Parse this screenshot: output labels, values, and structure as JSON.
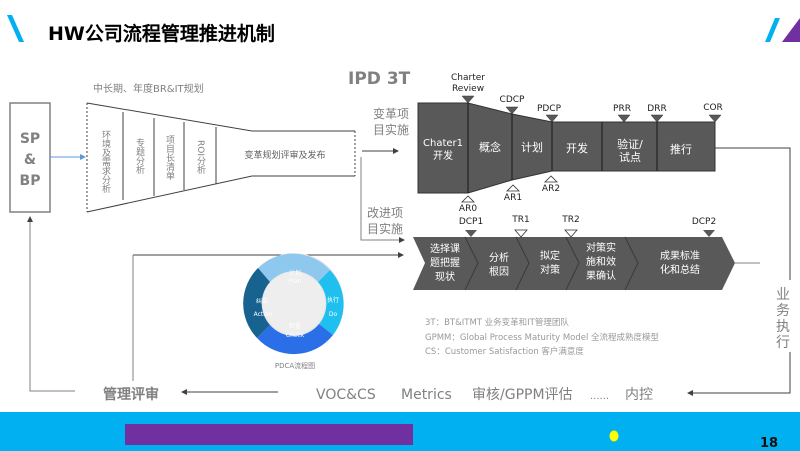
{
  "header": {
    "title": "HW公司流程管理推进机制"
  },
  "left": {
    "sp_bp": [
      "SP",
      "&",
      "BP"
    ],
    "funnel_caption": "中长期、年度BR&IT规划",
    "funnel_stages": [
      "环境及需求分析",
      "专题分析",
      "项目长清单",
      "ROI分析"
    ],
    "funnel_output": "变革规划评审及发布"
  },
  "ipd": {
    "title": "IPD 3T",
    "change_project": [
      "变革项",
      "目实施"
    ],
    "improve_project": [
      "改进项",
      "目实施"
    ],
    "phases": [
      "Chater1",
      "开发",
      "概念",
      "计划",
      "开发",
      "验证/",
      "试点",
      "推行"
    ],
    "top_milestones": [
      "Charter",
      "Review",
      "CDCP",
      "PDCP",
      "PRR",
      "DRR",
      "COR"
    ],
    "bottom_milestones": [
      "AR0",
      "AR1",
      "AR2"
    ]
  },
  "pdca_chain": {
    "milestones": [
      "DCP1",
      "TR1",
      "TR2",
      "DCP2"
    ],
    "steps": [
      [
        "选择课",
        "题把握",
        "现状"
      ],
      [
        "分析",
        "根因"
      ],
      [
        "拟定",
        "对策"
      ],
      [
        "对策实",
        "施和效",
        "果确认"
      ],
      [
        "成果标准",
        "化和总结"
      ]
    ]
  },
  "pdca_cycle": {
    "plan": [
      "计划",
      "Plan"
    ],
    "do": [
      "执行",
      "Do"
    ],
    "check": [
      "检查",
      "Check"
    ],
    "action": [
      "纠正",
      "Action"
    ],
    "caption": "PDCA流程图"
  },
  "notes": [
    "3T：BT&ITMT 业务变革和IT管理团队",
    "GPMM：Global Process Maturity Model 全流程成熟度模型",
    "CS：Customer Satisfaction    客户满意度"
  ],
  "business_execution": [
    "业",
    "务",
    "执",
    "行"
  ],
  "bottom_row": {
    "review": "管理评审",
    "items": [
      "VOC&CS",
      "Metrics",
      "审核/GPPM评估",
      "......",
      "内控"
    ]
  },
  "footer": {
    "page_number": "18"
  },
  "colors": {
    "blue": "#00b0f0",
    "purple": "#7030a0",
    "dark_gray": "#595959",
    "yellow": "#ffff00"
  }
}
